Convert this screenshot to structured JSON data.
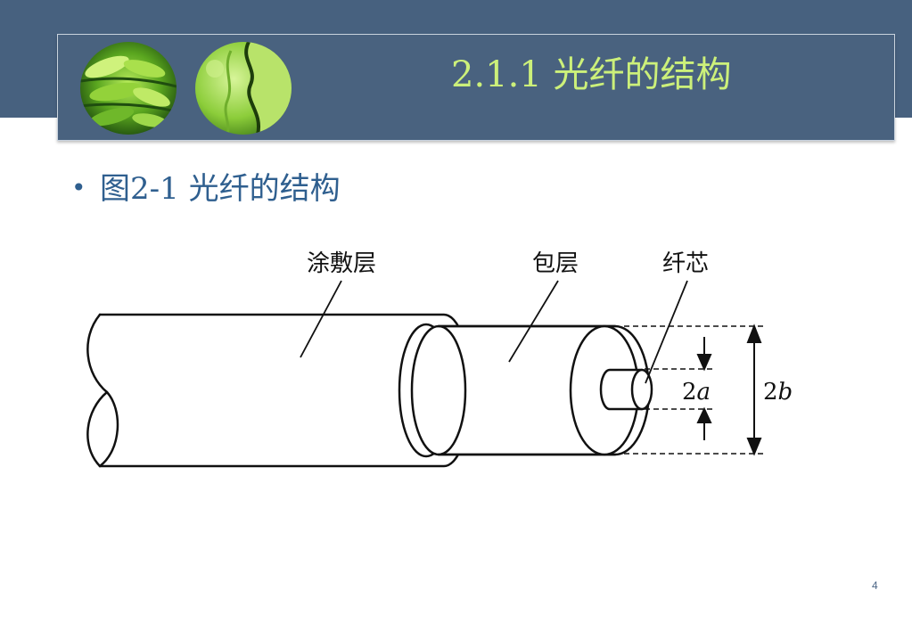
{
  "slide": {
    "title": "2.1.1 光纤的结构",
    "bullet_marker": "•",
    "bullet_number": "图2-1",
    "bullet_text": " 光纤的结构",
    "page_number": "4"
  },
  "diagram": {
    "labels": {
      "coating": "涂敷层",
      "cladding": "包层",
      "core": "纤芯"
    },
    "dimensions": {
      "core_diameter": {
        "prefix": "2",
        "variable": "a"
      },
      "cladding_diameter": {
        "prefix": "2",
        "variable": "b"
      }
    }
  },
  "colors": {
    "banner": "#47617f",
    "title": "#ccf07a",
    "bullet": "#2f5f8f",
    "leaf_green": "#7fc52a"
  }
}
